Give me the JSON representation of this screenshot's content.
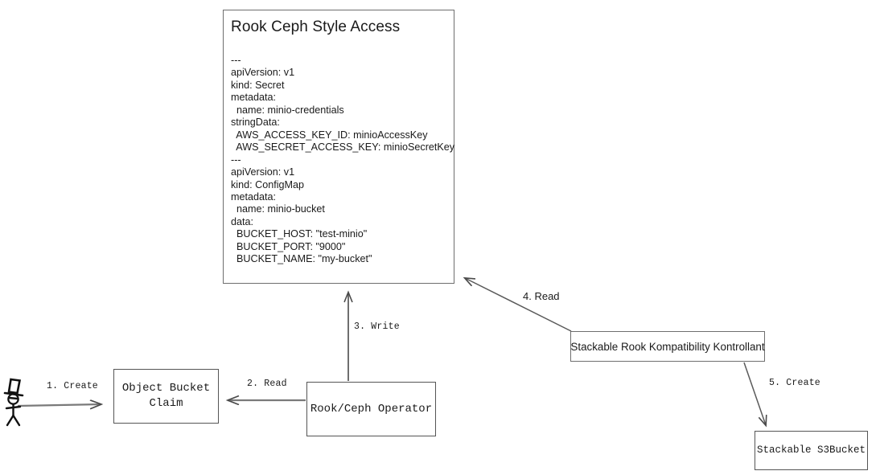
{
  "diagram": {
    "title_card": {
      "heading": "Rook Ceph Style Access",
      "yaml": "---\napiVersion: v1\nkind: Secret\nmetadata:\n  name: minio-credentials\nstringData:\n  AWS_ACCESS_KEY_ID: minioAccessKey\n  AWS_SECRET_ACCESS_KEY: minioSecretKey\n---\napiVersion: v1\nkind: ConfigMap\nmetadata:\n  name: minio-bucket\ndata:\n  BUCKET_HOST: \"test-minio\"\n  BUCKET_PORT: \"9000\"\n  BUCKET_NAME: \"my-bucket\""
    },
    "nodes": {
      "actor": "stick-figure-actor",
      "object_bucket_claim": "Object Bucket\nClaim",
      "operator": "Rook/Ceph Operator",
      "kontrollant": "Stackable Rook Kompatibility Kontrollant",
      "s3bucket": "Stackable S3Bucket"
    },
    "edges": [
      {
        "id": "e1",
        "label": "1. Create",
        "from": "actor",
        "to": "object_bucket_claim"
      },
      {
        "id": "e2",
        "label": "2. Read",
        "from": "operator",
        "to": "object_bucket_claim"
      },
      {
        "id": "e3",
        "label": "3. Write",
        "from": "operator",
        "to": "title_card"
      },
      {
        "id": "e4",
        "label": "4. Read",
        "from": "kontrollant",
        "to": "title_card"
      },
      {
        "id": "e5",
        "label": "5. Create",
        "from": "kontrollant",
        "to": "s3bucket"
      }
    ],
    "colors": {
      "stroke": "#6e6e6e",
      "stroke_dark": "#555555",
      "text": "#1a1a1a",
      "background": "#ffffff"
    }
  }
}
